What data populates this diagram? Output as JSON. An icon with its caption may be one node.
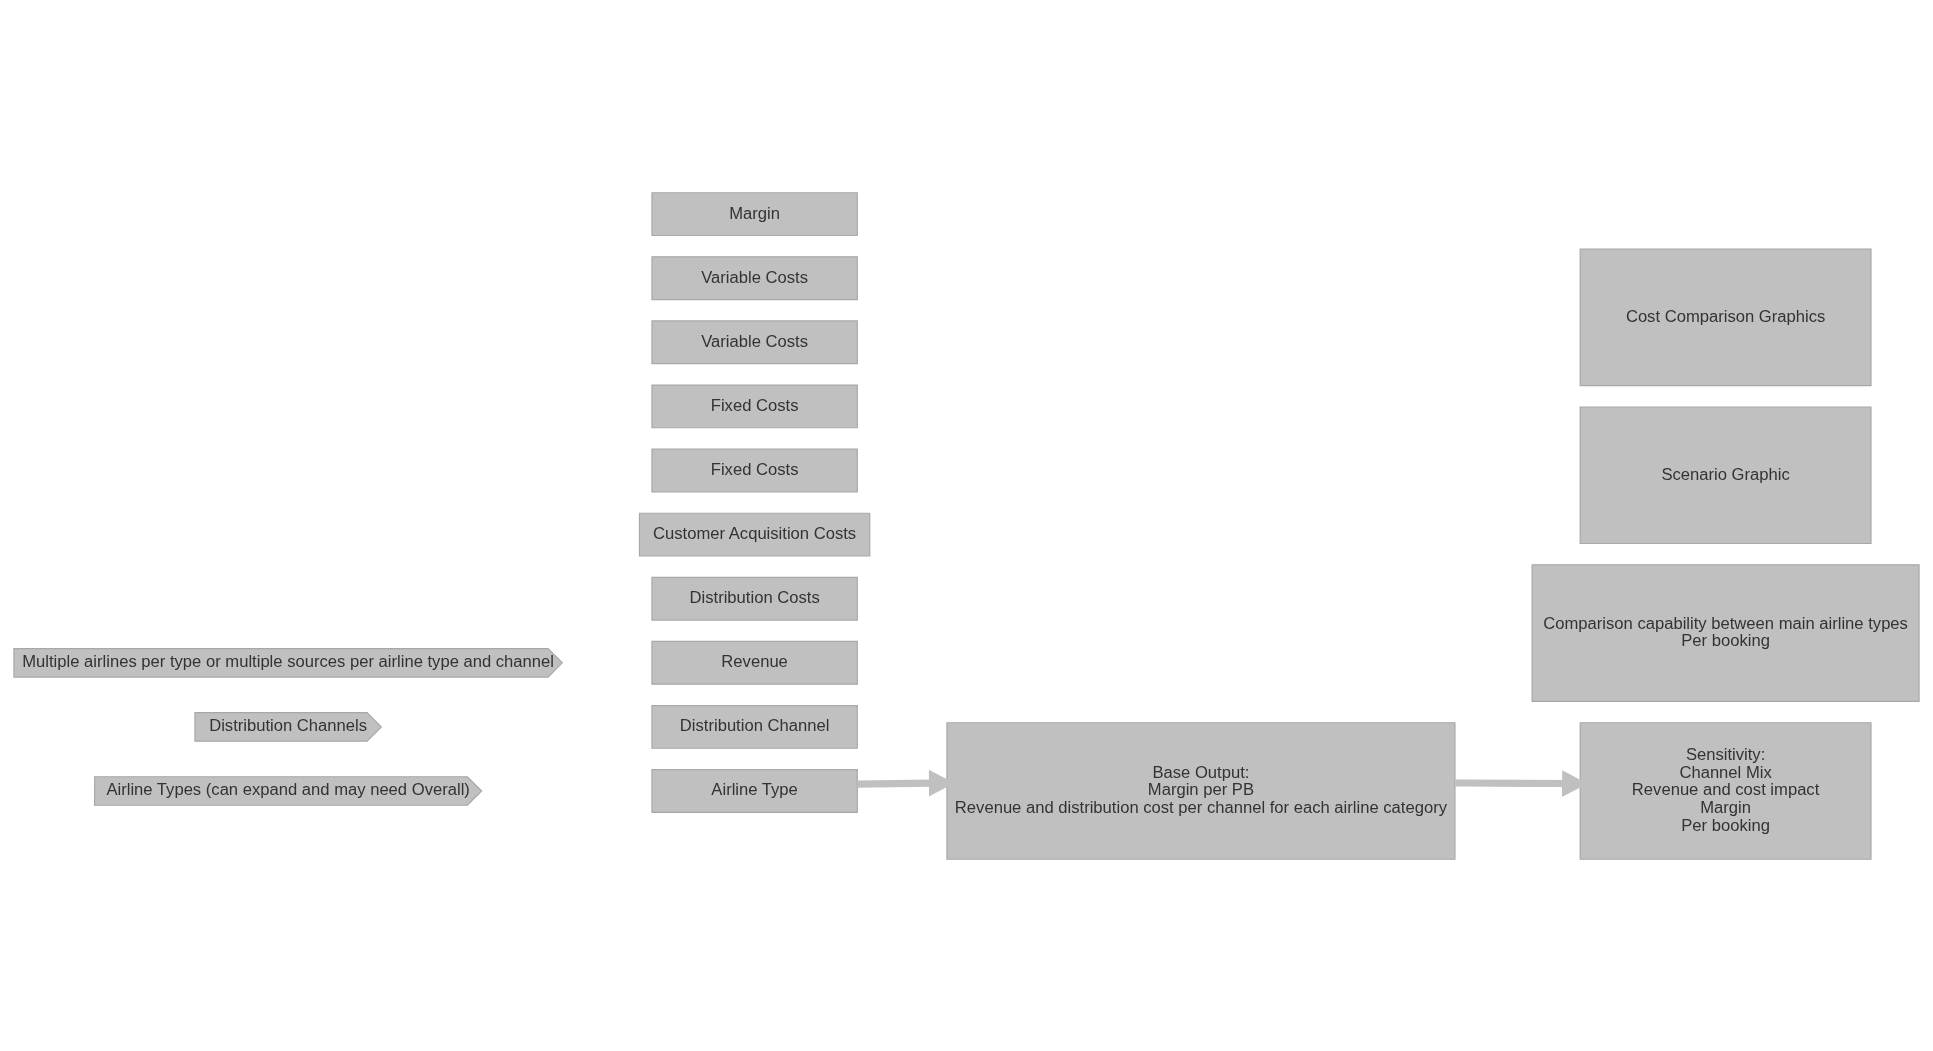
{
  "diagram": {
    "nodes": [
      {
        "text": [
          "Airline Types (can expand and may need Overall)"
        ]
      },
      {
        "text": [
          "Distribution Channels"
        ]
      },
      {
        "text": [
          "Multiple airlines per type or multiple sources per airline type and channel"
        ]
      },
      {
        "text": [
          "Airline Type"
        ]
      },
      {
        "text": [
          "Distribution Channel"
        ]
      },
      {
        "text": [
          "Revenue"
        ]
      },
      {
        "text": [
          "Distribution Costs"
        ]
      },
      {
        "text": [
          "Customer Acquisition Costs"
        ]
      },
      {
        "text": [
          "Fixed Costs"
        ]
      },
      {
        "text": [
          "Fixed Costs"
        ]
      },
      {
        "text": [
          "Variable Costs"
        ]
      },
      {
        "text": [
          "Variable Costs"
        ]
      },
      {
        "text": [
          "Margin"
        ]
      },
      {
        "text": [
          "Base Output:",
          "Margin per PB",
          "Revenue and distribution cost per channel for each airline category"
        ]
      },
      {
        "text": [
          "Sensitivity:",
          "Channel Mix",
          "Revenue and cost impact",
          "Margin",
          "Per booking"
        ]
      },
      {
        "text": [
          "Comparison capability between main airline types",
          "Per booking"
        ]
      },
      {
        "text": [
          "Scenario Graphic"
        ]
      },
      {
        "text": [
          "Cost Comparison Graphics"
        ]
      }
    ],
    "edges": [
      {
        "from": 3,
        "to": 13,
        "arrow": "to"
      },
      {
        "from": 13,
        "to": 14,
        "arrow": "to"
      }
    ]
  }
}
